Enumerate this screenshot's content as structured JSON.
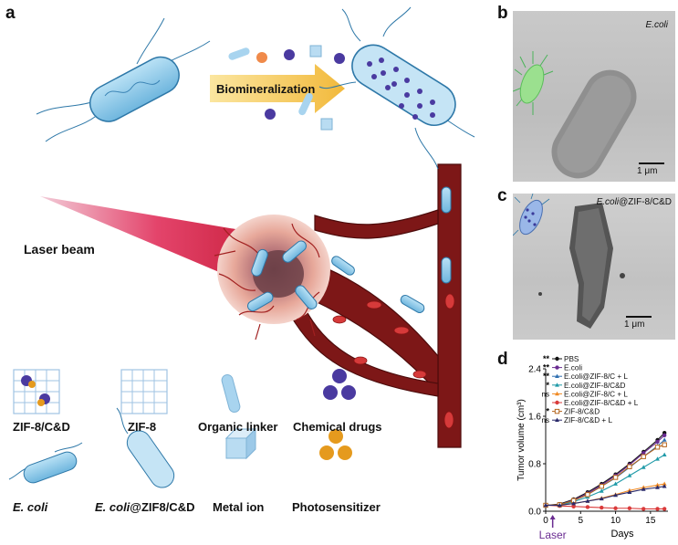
{
  "panels": {
    "a": "a",
    "b": "b",
    "c": "c",
    "d": "d"
  },
  "biomineralization": "Biomineralization",
  "laser_beam": "Laser beam",
  "legend": {
    "zif8cd": "ZIF-8/C&D",
    "zif8": "ZIF-8",
    "organic_linker": "Organic linker",
    "chemical_drugs": "Chemical drugs",
    "ecoli_prefix": "E. coli",
    "ecoli_zif_prefix": "E. coli",
    "ecoli_zif_suffix": "@ZIF8/C&D",
    "metal_ion": "Metal ion",
    "photosensitizer": "Photosensitizer"
  },
  "tem_b": {
    "label": "E.coli",
    "scale": "1 μm"
  },
  "tem_c": {
    "label_prefix": "E.coli",
    "label_suffix": "@ZIF-8/C&D",
    "scale": "1 μm"
  },
  "colors": {
    "vessel": "#7a1616",
    "tumor": "#e0897a",
    "bacteria": "#8ec9ea",
    "laser": "#d31645",
    "drug": "#4a3aa0",
    "photosensitizer": "#e59a1e"
  },
  "chart_data": {
    "type": "line",
    "xlabel": "Days",
    "ylabel": "Tumor volume (cm³)",
    "xticks": [
      0,
      5,
      10,
      15
    ],
    "yticks": [
      0.0,
      0.8,
      1.6,
      2.4
    ],
    "xlim": [
      0,
      17.5
    ],
    "ylim": [
      0,
      2.4
    ],
    "annotation": "Laser",
    "x": [
      0,
      2,
      4,
      6,
      8,
      10,
      12,
      14,
      16,
      17
    ],
    "series": [
      {
        "name": "PBS",
        "sig": "**",
        "color": "#111111",
        "marker": "circle",
        "values": [
          0.1,
          0.12,
          0.2,
          0.32,
          0.46,
          0.62,
          0.8,
          1.0,
          1.2,
          1.32
        ]
      },
      {
        "name": "E.coli",
        "sig": "**",
        "color": "#6a2c91",
        "marker": "circle",
        "values": [
          0.1,
          0.11,
          0.19,
          0.3,
          0.44,
          0.6,
          0.78,
          0.98,
          1.17,
          1.28
        ]
      },
      {
        "name": "E.coli@ZIF-8/C + L",
        "sig": "**",
        "color": "#2f6fb0",
        "marker": "triangle",
        "values": [
          0.1,
          0.11,
          0.18,
          0.28,
          0.42,
          0.56,
          0.74,
          0.92,
          1.1,
          1.2
        ]
      },
      {
        "name": "E.coli@ZIF-8/C&D",
        "sig": "*",
        "color": "#1f9aa8",
        "marker": "triangle",
        "values": [
          0.1,
          0.1,
          0.16,
          0.24,
          0.34,
          0.46,
          0.6,
          0.74,
          0.88,
          0.95
        ]
      },
      {
        "name": "E.coli@ZIF-8/C + L",
        "sig": "ns",
        "color": "#f08a24",
        "marker": "triangle",
        "values": [
          0.1,
          0.1,
          0.13,
          0.17,
          0.22,
          0.28,
          0.35,
          0.4,
          0.44,
          0.46
        ]
      },
      {
        "name": "E.coli@ZIF-8/C&D + L",
        "sig": "",
        "color": "#d93a3a",
        "marker": "circle",
        "values": [
          0.1,
          0.09,
          0.08,
          0.07,
          0.06,
          0.05,
          0.05,
          0.04,
          0.04,
          0.04
        ]
      },
      {
        "name": "ZIF-8/C&D",
        "sig": "*",
        "color": "#b5651d",
        "marker": "square",
        "values": [
          0.1,
          0.11,
          0.18,
          0.28,
          0.42,
          0.57,
          0.75,
          0.92,
          1.08,
          1.12
        ]
      },
      {
        "name": "ZIF-8/C&D + L",
        "sig": "ns",
        "color": "#2a2a6a",
        "marker": "triangle",
        "values": [
          0.1,
          0.1,
          0.13,
          0.17,
          0.21,
          0.27,
          0.32,
          0.37,
          0.4,
          0.42
        ]
      }
    ]
  }
}
